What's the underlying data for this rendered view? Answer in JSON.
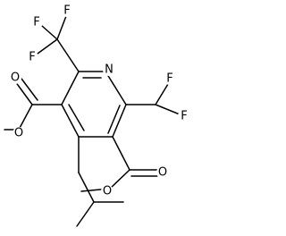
{
  "structure": {
    "kind": "skeletal chemical structure",
    "atoms": {
      "ring_n": "N",
      "cf3_f1": "F",
      "cf3_f2": "F",
      "cf3_f3": "F",
      "chf2_f1": "F",
      "chf2_f2": "F",
      "ester1_o_carbonyl": "O",
      "ester1_o_ether": "O",
      "ester2_o_carbonyl": "O",
      "ester2_o_ether": "O"
    },
    "colors": {
      "bond": "#000000",
      "label": "#000000",
      "background": "#ffffff"
    }
  }
}
